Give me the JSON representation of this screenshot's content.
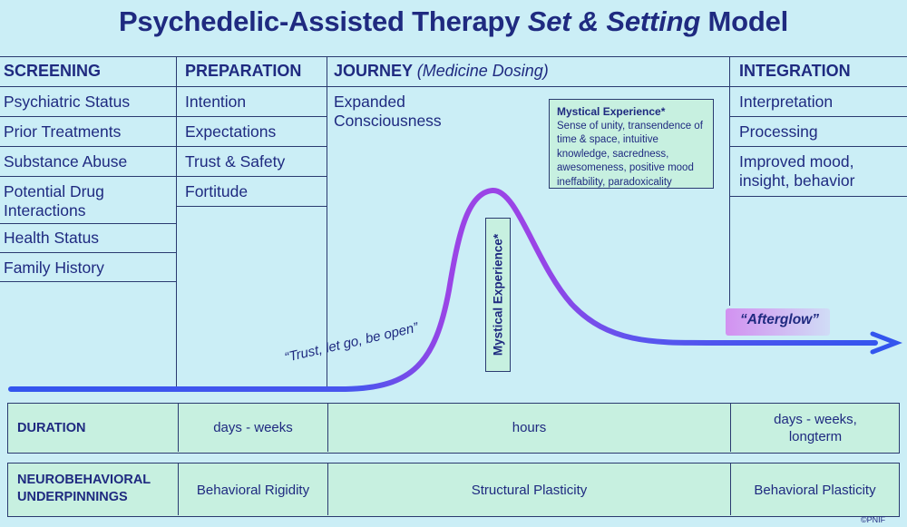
{
  "title": {
    "prefix": "Psychedelic-Assisted Therapy ",
    "italic": "Set & Setting",
    "suffix": " Model"
  },
  "columns": {
    "screening": {
      "heading": "SCREENING",
      "items": [
        "Psychiatric Status",
        "Prior Treatments",
        "Substance Abuse",
        "Potential Drug Interactions",
        "Health Status",
        "Family History"
      ]
    },
    "preparation": {
      "heading": "PREPARATION",
      "items": [
        "Intention",
        "Expectations",
        "Trust & Safety",
        "Fortitude"
      ]
    },
    "journey": {
      "heading": "JOURNEY",
      "subheading": "(Medicine Dosing)",
      "item": "Expanded Consciousness"
    },
    "integration": {
      "heading": "INTEGRATION",
      "items": [
        "Interpretation",
        "Processing",
        "Improved mood, insight, behavior"
      ]
    }
  },
  "mystical_box": {
    "title": "Mystical Experience*",
    "text": "Sense of unity, transendence of time & space, intuitive knowledge, sacredness, awesomeness, positive mood ineffability, paradoxicality"
  },
  "peak_label": "Mystical Experience*",
  "trust_label": "“Trust, let go, be open”",
  "afterglow_label": "“Afterglow”",
  "duration": {
    "label": "DURATION",
    "prep": "days - weeks",
    "journey": "hours",
    "integration": "days - weeks, longterm"
  },
  "neuro": {
    "label": "NEUROBEHAVIORAL UNDERPINNINGS",
    "prep": "Behavioral Rigidity",
    "journey": "Structural Plasticity",
    "integration": "Behavioral Plasticity"
  },
  "copyright": "©PNIF",
  "colors": {
    "curve_blue": "#3355ee",
    "curve_purple": "#9a44e6",
    "title": "#1f2a80",
    "background": "#cbeef6",
    "band": "#c7f0e0"
  }
}
